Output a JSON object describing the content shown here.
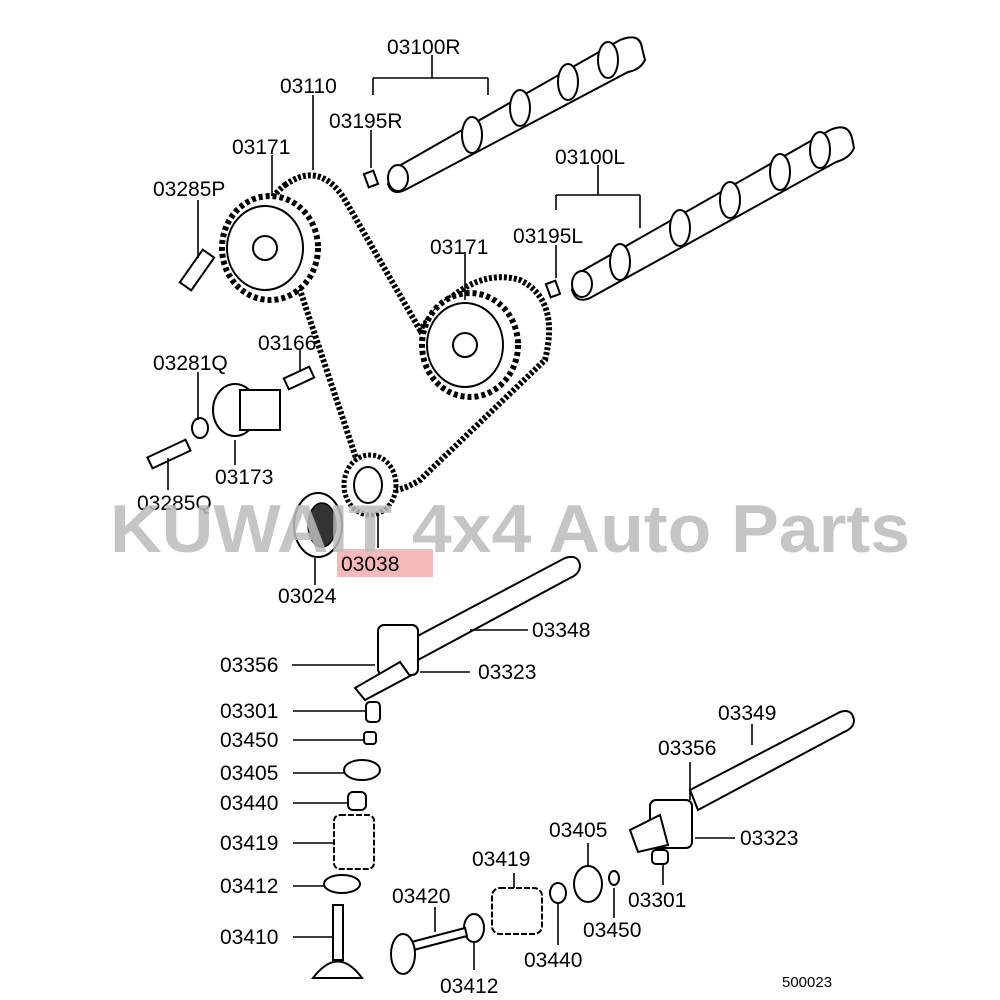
{
  "labels": {
    "cam_r": "03100R",
    "cam_l": "03100L",
    "belt": "03110",
    "pin_r": "03195R",
    "pin_l": "03195L",
    "sprocket_r": "03171",
    "sprocket_l": "03171",
    "bolt_p": "03285P",
    "spring": "03166",
    "washer_q": "03281Q",
    "tensioner": "03173",
    "bolt_q": "03285Q",
    "crank_sprocket": "03038",
    "flange": "03024",
    "rocker_shaft_a": "03348",
    "adjuster_a": "03356",
    "rocker_arm_a": "03323",
    "lash_a": "03301",
    "nut_a": "03450",
    "retainer_a": "03405",
    "seal_a": "03440",
    "valve_spring_a": "03419",
    "seat_a": "03412",
    "valve_a": "03410",
    "rocker_shaft_b": "03349",
    "adjuster_b": "03356",
    "rocker_arm_b": "03323",
    "retainer_b": "03405",
    "lash_b": "03301",
    "valve_spring_b": "03419",
    "nut_b": "03450",
    "valve_b": "03420",
    "seal_b": "03440",
    "seat_b": "03412"
  },
  "watermark": "KUWAIT 4x4 Auto Parts",
  "diagram_code": "500023",
  "highlight_color": "#f6b9b9"
}
